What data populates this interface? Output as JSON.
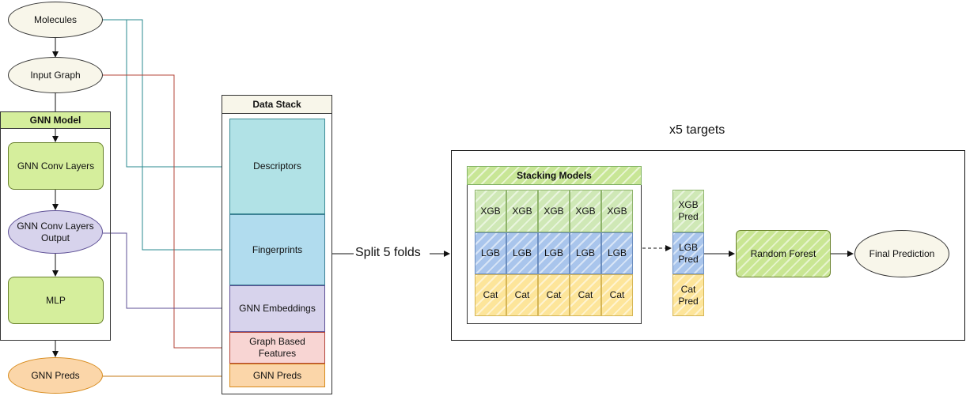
{
  "nodes": {
    "molecules": "Molecules",
    "input_graph": "Input Graph",
    "gnn_model_title": "GNN Model",
    "gnn_conv_layers": "GNN Conv Layers",
    "gnn_conv_layers_output": "GNN Conv Layers Output",
    "mlp": "MLP",
    "gnn_preds": "GNN Preds"
  },
  "data_stack": {
    "title": "Data Stack",
    "descriptors": "Descriptors",
    "fingerprints": "Fingerprints",
    "gnn_embeddings": "GNN Embeddings",
    "graph_based_features": "Graph Based Features",
    "gnn_preds": "GNN Preds"
  },
  "split_label": "Split 5 folds",
  "targets_label": "x5 targets",
  "stacking": {
    "title": "Stacking Models",
    "xgb": [
      "XGB",
      "XGB",
      "XGB",
      "XGB",
      "XGB"
    ],
    "lgb": [
      "LGB",
      "LGB",
      "LGB",
      "LGB",
      "LGB"
    ],
    "cat": [
      "Cat",
      "Cat",
      "Cat",
      "Cat",
      "Cat"
    ]
  },
  "preds": {
    "xgb": "XGB Pred",
    "lgb": "LGB Pred",
    "cat": "Cat Pred"
  },
  "random_forest": "Random Forest",
  "final_prediction": "Final Prediction",
  "colors": {
    "teal_arrow": "#2a8a8f",
    "red_arrow": "#b4453a",
    "purple_arrow": "#5d4f95",
    "orange_arrow": "#c47a14"
  }
}
